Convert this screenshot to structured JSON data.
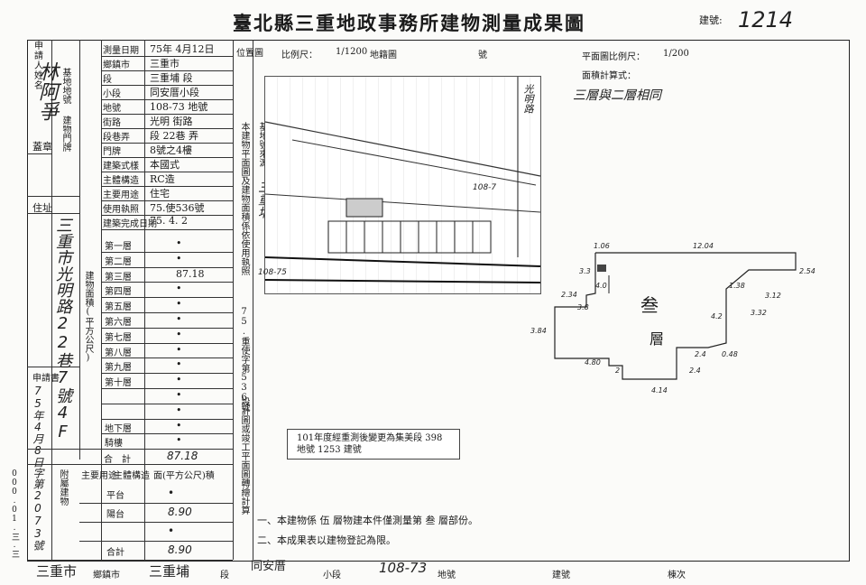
{
  "header": {
    "title": "臺北縣三重地政事務所建物測量成果圖",
    "building_no_label": "建號:",
    "building_no_value": "1214"
  },
  "left_table": {
    "applicant_label": "申請人姓名",
    "applicant_name": "林阿爭",
    "seal_label": "蓋章",
    "address_label": "住址",
    "address_value": "三重市光明路22巷7號4F",
    "survey_date_label": "測量日期",
    "survey_date_value": "75年 4月12日",
    "land_no_group": "基地地號",
    "township_label": "鄉鎮市",
    "township_value": "三重市",
    "section_label": "段",
    "section_value": "三重埔 段",
    "subsection_label": "小段",
    "subsection_value": "同安厝小段",
    "lot_label": "地號",
    "lot_value": "108-73 地號",
    "doorplate_group": "建物門牌",
    "street_label": "街路",
    "street_value": "光明 街路",
    "lane_label": "段巷弄",
    "lane_value": "段 22巷 弄",
    "number_label": "門牌",
    "number_value": "8號之4樓",
    "style_label": "建築式樣",
    "style_value": "本國式",
    "structure_label": "主體構造",
    "structure_value": "RC造",
    "use_label": "主要用途",
    "use_value": "住宅",
    "license_label": "使用執照",
    "license_value": "75.使536號",
    "completion_label": "建築完成日期",
    "completion_value": "75. 4. 2",
    "area_group_label": "建物面積(平方公尺)",
    "floors": [
      {
        "name": "第一層",
        "value": "•"
      },
      {
        "name": "第二層",
        "value": "•"
      },
      {
        "name": "第三層",
        "value": "87.18"
      },
      {
        "name": "第四層",
        "value": "•"
      },
      {
        "name": "第五層",
        "value": "•"
      },
      {
        "name": "第六層",
        "value": "•"
      },
      {
        "name": "第七層",
        "value": "•"
      },
      {
        "name": "第八層",
        "value": "•"
      },
      {
        "name": "第九層",
        "value": "•"
      },
      {
        "name": "第十層",
        "value": "•"
      },
      {
        "name": "",
        "value": "•"
      },
      {
        "name": "",
        "value": "•"
      },
      {
        "name": "地下層",
        "value": "•"
      },
      {
        "name": "騎樓",
        "value": "•"
      }
    ],
    "total_label": "合　計",
    "total_value": "87.18",
    "application_label": "申請書",
    "application_value": "75年4月8日字第2073號",
    "attached_group": "附屬建物",
    "attached_cols": [
      "主要用途",
      "主體構造",
      "面(平方公尺)積"
    ],
    "attached_rows": [
      {
        "use": "平台",
        "value": "•"
      },
      {
        "name": "陽台",
        "value": "8.90"
      },
      {
        "use": "",
        "value": "•"
      },
      {
        "use": "合計",
        "value": "8.90"
      }
    ],
    "margin_stamp": "000.01.三.三"
  },
  "mid_column": {
    "location_map": "位置圖",
    "land_source": "基地號來源：",
    "land_source_value": "三重埔",
    "plan_source": "本建物平面圖及建物面積係依使用執照",
    "license_ref": "75.重使字第536號",
    "note": "設計圖或竣工平面圖轉繪計算"
  },
  "scale": {
    "scale_label": "比例尺：",
    "scale_value": "1/1200",
    "map_label": "地籍圖",
    "no_label": "號",
    "plan_scale_label": "平面圖比例尺：",
    "plan_scale_value": "1/200",
    "area_formula_label": "面積計算式：",
    "area_formula_value": "三層與二層相同"
  },
  "map_labels": {
    "road": "光明路",
    "lot_main": "108-7",
    "lot_other": "108-75"
  },
  "floor_plan": {
    "label_a": "叁",
    "label_b": "層",
    "dims": [
      "1.06",
      "12.04",
      "3.3",
      "2.54",
      "1.38",
      "2.34",
      "4.0",
      "3.12",
      "3.8",
      "3.32",
      "4.2",
      "3.84",
      "2.4",
      "0.48",
      "4.80",
      "2",
      "2.4",
      "4.14"
    ]
  },
  "renovation_note": "101年度經重測後變更為集美段 398 地號 1253 建號",
  "footer_notes": [
    "一、本建物係 伍 層物建本件僅測量第 叁 層部份。",
    "二、本成果表以建物登記為限。"
  ],
  "footer_line": {
    "township": "三重市",
    "township_label": "鄉鎮市",
    "section": "三重埔",
    "section_label": "段",
    "subsection": "同安厝",
    "subsection_label": "小段",
    "lot": "108-73",
    "lot_label": "地號",
    "bld_label": "建號",
    "order_label": "棟次"
  }
}
